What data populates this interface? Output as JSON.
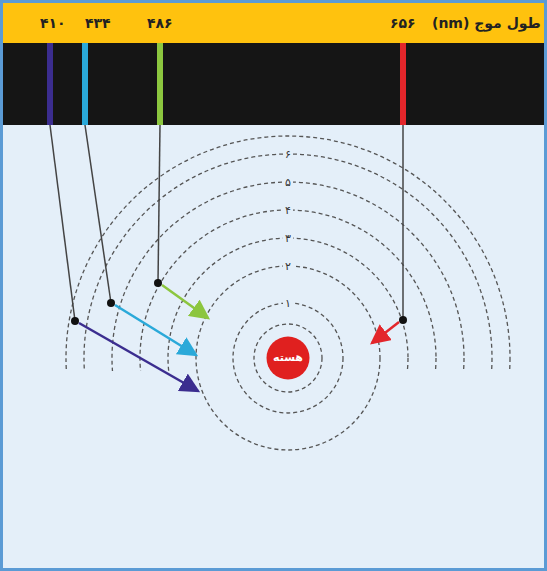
{
  "diagram": {
    "nodes": [
      {
        "text": [
          "هسته"
        ]
      }
    ],
    "labels": [
      "طول موج (nm)",
      "۶۵۶",
      "۴۸۶",
      "۴۳۴",
      "۴۱۰",
      "۶",
      "۵",
      "۴",
      "۳",
      "۲",
      "۱"
    ]
  }
}
